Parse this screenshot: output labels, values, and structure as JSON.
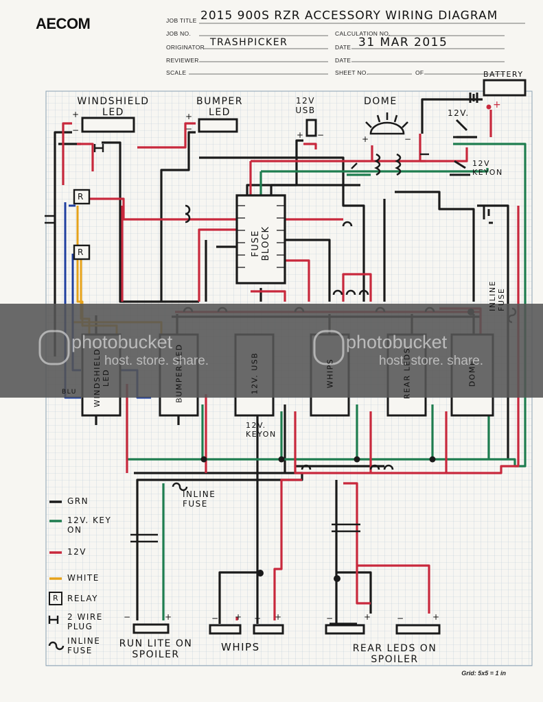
{
  "header": {
    "logo": "AECOM",
    "fields": {
      "job_title_label": "JOB TITLE",
      "job_title_value": "2015 900S RZR ACCESSORY WIRING DIAGRAM",
      "job_no_label": "JOB NO.",
      "calculation_no_label": "CALCULATION NO.",
      "originator_label": "ORIGINATOR",
      "originator_value": "TRASHPICKER",
      "date_label": "DATE",
      "date_value": "31 MAR 2015",
      "reviewer_label": "REVIEWER",
      "date2_label": "DATE",
      "scale_label": "SCALE",
      "sheet_no_label": "SHEET NO.",
      "of_label": "OF"
    }
  },
  "colors": {
    "ground": "#1a1a1a",
    "key_on": "#1e7d4f",
    "power_12v": "#c8283c",
    "white_wire": "#e6a21a",
    "blue_wire": "#1f3fa0",
    "grid": "#b9c9d6",
    "watermark_band": "#555555"
  },
  "labels": {
    "windshield_led": "WINDSHIELD LED",
    "bumper_led": "BUMPER LED",
    "usb_top": "12V USB",
    "dome": "DOME",
    "battery": "BATTERY",
    "v12": "12V.",
    "v12_keyon": "12V KEYON",
    "fuse_block": "FUSE BLOCK",
    "inline_fuse_right": "INLINE FUSE",
    "relay_letter": "R",
    "switches": [
      "WINDSHIELD LED",
      "BUMPER LED",
      "12V. USB",
      "WHIPS",
      "REAR LEDS",
      "DOME"
    ],
    "switch_keyon": "12V. KEYON",
    "blu": "BLU",
    "inline_fuse_mid": "INLINE FUSE",
    "run_lite": "RUN LITE ON SPOILER",
    "whips": "WHIPS",
    "rear_leds": "REAR LEDS ON SPOILER",
    "plus": "+",
    "minus": "−"
  },
  "legend": [
    {
      "symbol": "line",
      "color_key": "ground",
      "label": "GRN"
    },
    {
      "symbol": "line",
      "color_key": "key_on",
      "label": "12V. KEY ON"
    },
    {
      "symbol": "line",
      "color_key": "power_12v",
      "label": "12V"
    },
    {
      "symbol": "line",
      "color_key": "white_wire",
      "label": "WHITE"
    },
    {
      "symbol": "relay",
      "color_key": "ground",
      "label": "RELAY"
    },
    {
      "symbol": "plug",
      "color_key": "ground",
      "label": "2 WIRE PLUG"
    },
    {
      "symbol": "fuse",
      "color_key": "ground",
      "label": "INLINE FUSE"
    }
  ],
  "watermark": {
    "brand": "photobucket",
    "tagline": "host. store. share."
  },
  "footer": {
    "grid_note": "Grid: 5x5 = 1 in"
  }
}
